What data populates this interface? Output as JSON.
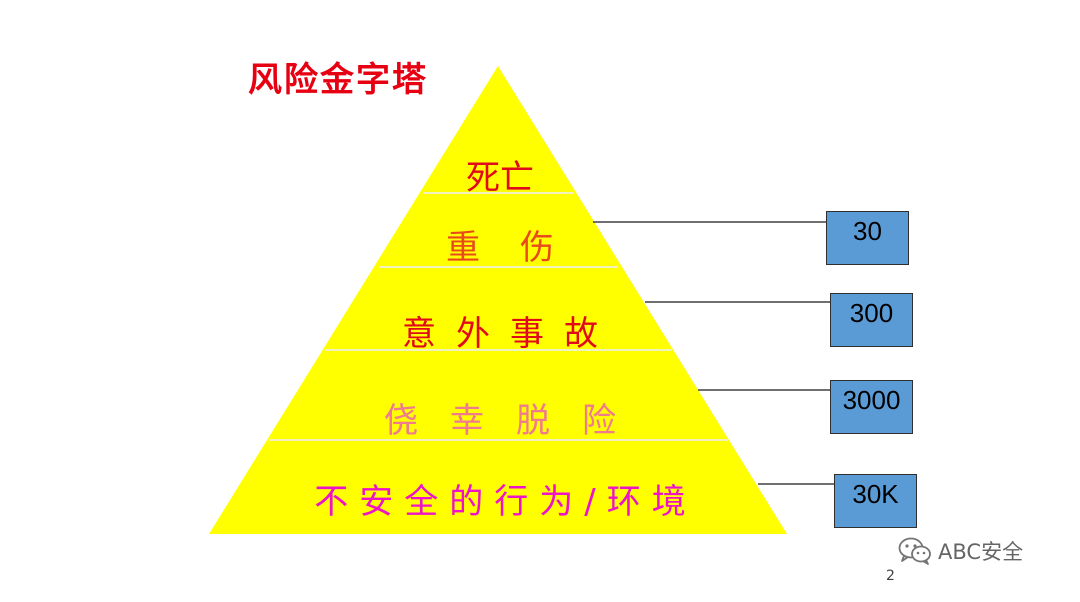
{
  "slide": {
    "title": "风险金字塔",
    "levels": [
      {
        "key": "death",
        "label": "死亡"
      },
      {
        "key": "injury",
        "label": "重伤"
      },
      {
        "key": "accident",
        "label": "意外事故"
      },
      {
        "key": "near_miss",
        "label": "侥幸脱险"
      },
      {
        "key": "unsafe",
        "label": "不安全的行为/环境"
      }
    ],
    "counts": [
      "30",
      "300",
      "3000",
      "30K"
    ],
    "page_number": "2",
    "watermark": "ABC安全"
  },
  "colors": {
    "pyramid_fill": "#ffff00",
    "title": "#e60012",
    "box_fill": "#5b9bd5",
    "leader_line": "#1a1a1a"
  },
  "icons": {
    "watermark_logo": "wechat-icon"
  }
}
